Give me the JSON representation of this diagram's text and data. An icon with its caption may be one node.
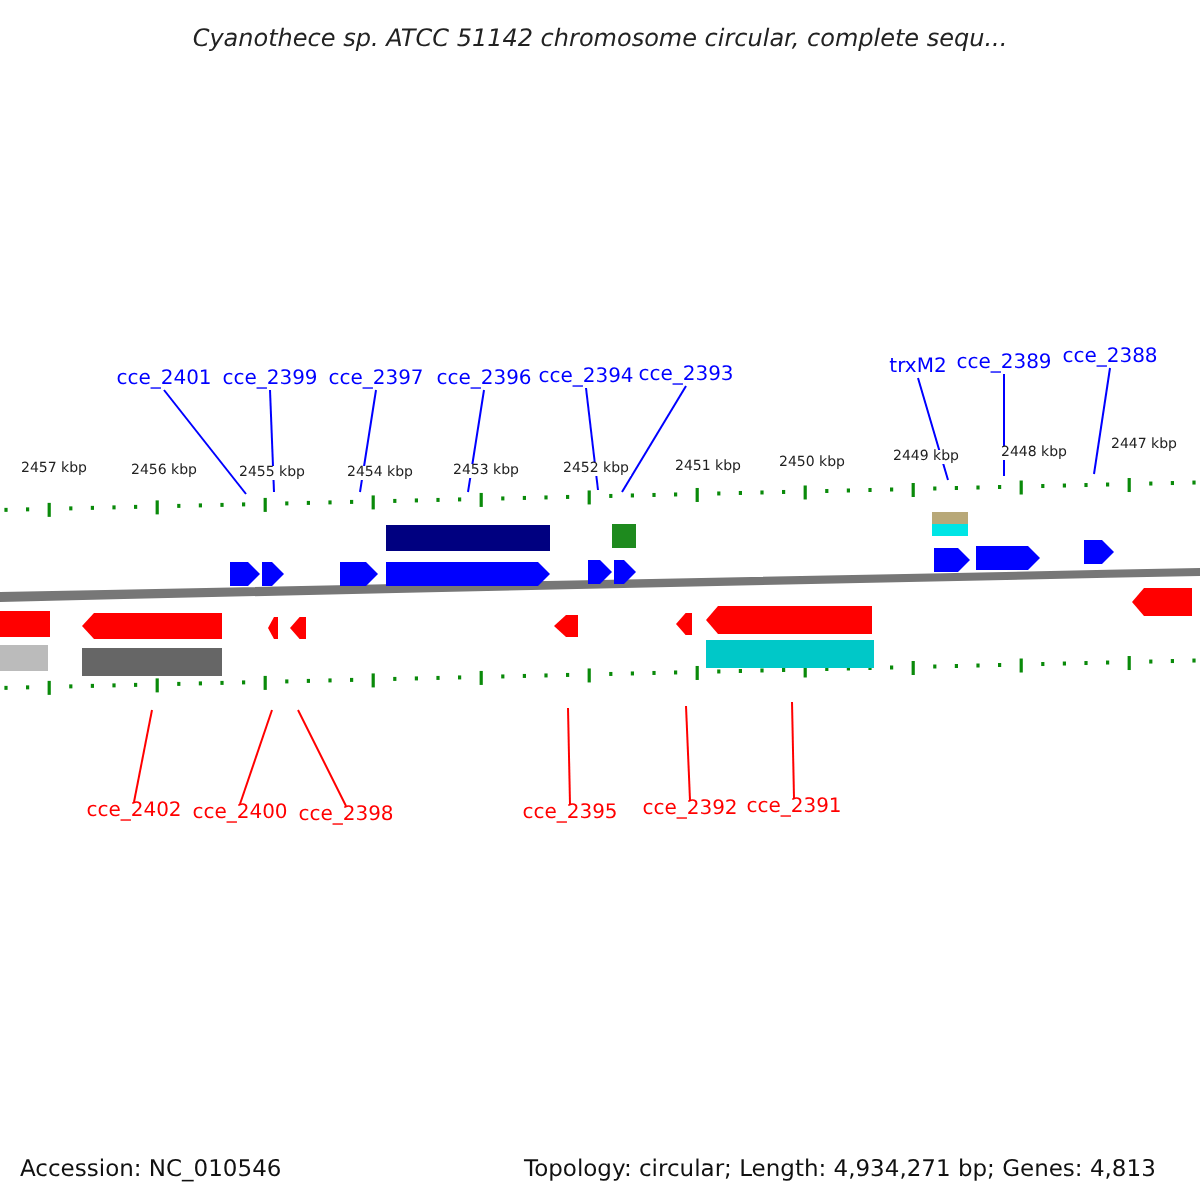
{
  "diagram": {
    "title": "Cyanothece sp. ATCC 51142 chromosome circular, complete sequ...",
    "nodes": [
      {
        "text": [
          "cce_2401"
        ]
      },
      {
        "text": [
          "cce_2399"
        ]
      },
      {
        "text": [
          "cce_2397"
        ]
      },
      {
        "text": [
          "cce_2396"
        ]
      },
      {
        "text": [
          "cce_2394"
        ]
      },
      {
        "text": [
          "cce_2393"
        ]
      },
      {
        "text": [
          "trxM2"
        ]
      },
      {
        "text": [
          "cce_2389"
        ]
      },
      {
        "text": [
          "cce_2388"
        ]
      },
      {
        "text": [
          "cce_2402"
        ]
      },
      {
        "text": [
          "cce_2400"
        ]
      },
      {
        "text": [
          "cce_2398"
        ]
      },
      {
        "text": [
          "cce_2395"
        ]
      },
      {
        "text": [
          "cce_2392"
        ]
      },
      {
        "text": [
          "cce_2391"
        ]
      },
      {
        "text": [],
        "shape": "picture"
      }
    ],
    "edges": [
      {
        "from": 0,
        "to": 15,
        "arrow": "none"
      },
      {
        "from": 1,
        "to": 15,
        "arrow": "none"
      },
      {
        "from": 2,
        "to": 15,
        "arrow": "none"
      },
      {
        "from": 3,
        "to": 15,
        "arrow": "none"
      },
      {
        "from": 4,
        "to": 15,
        "arrow": "none"
      },
      {
        "from": 5,
        "to": 15,
        "arrow": "none"
      },
      {
        "from": 6,
        "to": 15,
        "arrow": "none"
      },
      {
        "from": 7,
        "to": 15,
        "arrow": "none"
      },
      {
        "from": 8,
        "to": 15,
        "arrow": "none"
      },
      {
        "from": 9,
        "to": 15,
        "arrow": "none",
        "color": "#ff0000"
      },
      {
        "from": 10,
        "to": 15,
        "arrow": "none",
        "color": "#ff0000"
      },
      {
        "from": 11,
        "to": 15,
        "arrow": "none",
        "color": "#ff0000"
      },
      {
        "from": 12,
        "to": 15,
        "arrow": "none",
        "color": "#ff0000"
      },
      {
        "from": 13,
        "to": 15,
        "arrow": "none",
        "color": "#ff0000"
      },
      {
        "from": 14,
        "to": 15,
        "arrow": "none",
        "color": "#ff0000"
      }
    ],
    "labels": [
      "2457 kbp",
      "2456 kbp",
      "2455 kbp",
      "2454 kbp",
      "2453 kbp",
      "2452 kbp",
      "2451 kbp",
      "2450 kbp",
      "2449 kbp",
      "2448 kbp",
      "2447 kbp",
      "Accession: NC_010546",
      "Topology: circular; Length: 4,934,271 bp; Genes: 4,813"
    ]
  }
}
